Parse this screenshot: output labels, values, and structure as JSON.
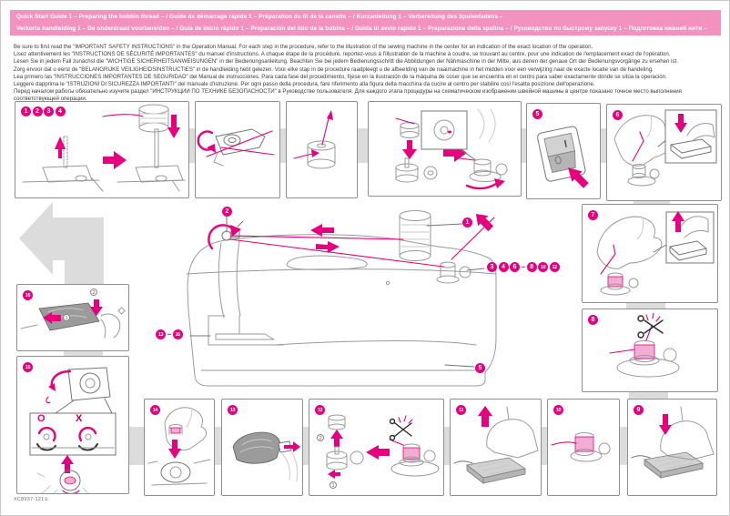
{
  "colors": {
    "accent": "#e6007e",
    "header_bg": "#f392bf",
    "panel_border": "#8f8f8f",
    "connector": "#dcdcdc",
    "art_gray": "#9a9a9a"
  },
  "header": {
    "line1": "Quick Start Guide 1 – Preparing the bobbin thread – / Guide de démarrage rapide 1 – Préparation du fil de la canette – / Kurzanleitung 1 – Vorbereitung des Spulenfadens –",
    "line2": "Verkorte handleiding 1 – De onderdraad voorbereiden – / Guía de inicio rápido 1 – Preparación del hilo de la bobina – / Guida di avvio rapido 1 – Preparazione della spolina – / Руководство по быстрому запуску 1 – Подготовка нижней нити –"
  },
  "intro": {
    "lines": [
      "Be sure to first read the \"IMPORTANT SAFETY INSTRUCTIONS\" in the Operation Manual. For each step in the procedure, refer to the illustration of the sewing machine in the center for an indication of the exact location of the operation.",
      "Lisez attentivement les \"INSTRUCTIONS DE SÉCURITÉ IMPORTANTES\" du manuel d'instructions. A chaque étape de la procédure, reportez-vous à l'illustration de la machine à coudre, se trouvant au centre, pour une indication de l'emplacement exact de l'opération.",
      "Lesen Sie in jedem Fall zunächst die \"WICHTIGE SICHERHEITSANWEISUNGEN\" in der Bedienungsanleitung. Beachten Sie bei jedem Bedienungsschritt die Abbildungen der Nähmaschine in der Mitte, aus denen der genaue Ort der Bedienungsvorgänge zu ersehen ist.",
      "Zorg ervoor dat u eerst de \"BELANGRIJKE VEILIGHEIDSINSTRUCTIES\" in de handleiding hebt gelezen. Voor elke stap in de procedure raadpleegt u de afbeelding van de naaimachine in het midden voor een verwijzing naar de exacte locatie van de handeling.",
      "Lea primero las \"INSTRUCCIONES IMPORTANTES DE SEGURIDAD\" del Manual de instrucciones. Para cada fase del procedimiento, fíjese en la ilustración de la máquina de coser que se encuentra en el centro para saber exactamente dónde se sitúa la operación.",
      "Leggere dapprima le \"ISTRUZIONI DI SICUREZZA IMPORTANTI\" del manuale d'istruzione. Per ogni passo della procedura, fare riferimento alla figura della macchina da cucire al centro per stabilire così l'esatta posizione dell'operazione.",
      "Перед началом работы обязательно изучите раздел \"ИНСТРУКЦИИ ПО ТЕХНИКЕ БЕЗОПАСНОСТИ\" в Руководстве пользователя. Для каждого этапа процедуры на схематическом изображении швейной машины в центре показано точное место выполнения соответствующей операции."
    ]
  },
  "central": {
    "callout_1": "1",
    "callout_2": "2",
    "callout_5": "5",
    "right_group": [
      "3",
      "4",
      "6",
      "~",
      "8",
      "10",
      "12"
    ],
    "left_group": [
      "13",
      "~",
      "16"
    ]
  },
  "panels": {
    "p1": {
      "badges": [
        "1",
        "2",
        "3",
        "4"
      ]
    },
    "p5": {
      "badge": "5"
    },
    "p6": {
      "badge": "6"
    },
    "p7": {
      "badge": "7"
    },
    "p8": {
      "badge": "8"
    },
    "p9": {
      "badge": "9"
    },
    "p10": {
      "badge": "10"
    },
    "p11": {
      "badge": "11"
    },
    "p12": {
      "badge": "12",
      "step1": "1",
      "step2": "2"
    },
    "p13": {
      "badge": "13"
    },
    "p14": {
      "badge": "14"
    },
    "p15": {
      "badge": "15",
      "correct": "O",
      "incorrect": "X"
    },
    "p16": {
      "badge": "16",
      "step1": "1",
      "step2": "2"
    }
  },
  "footer": {
    "part_number": "XC8937-121①"
  }
}
